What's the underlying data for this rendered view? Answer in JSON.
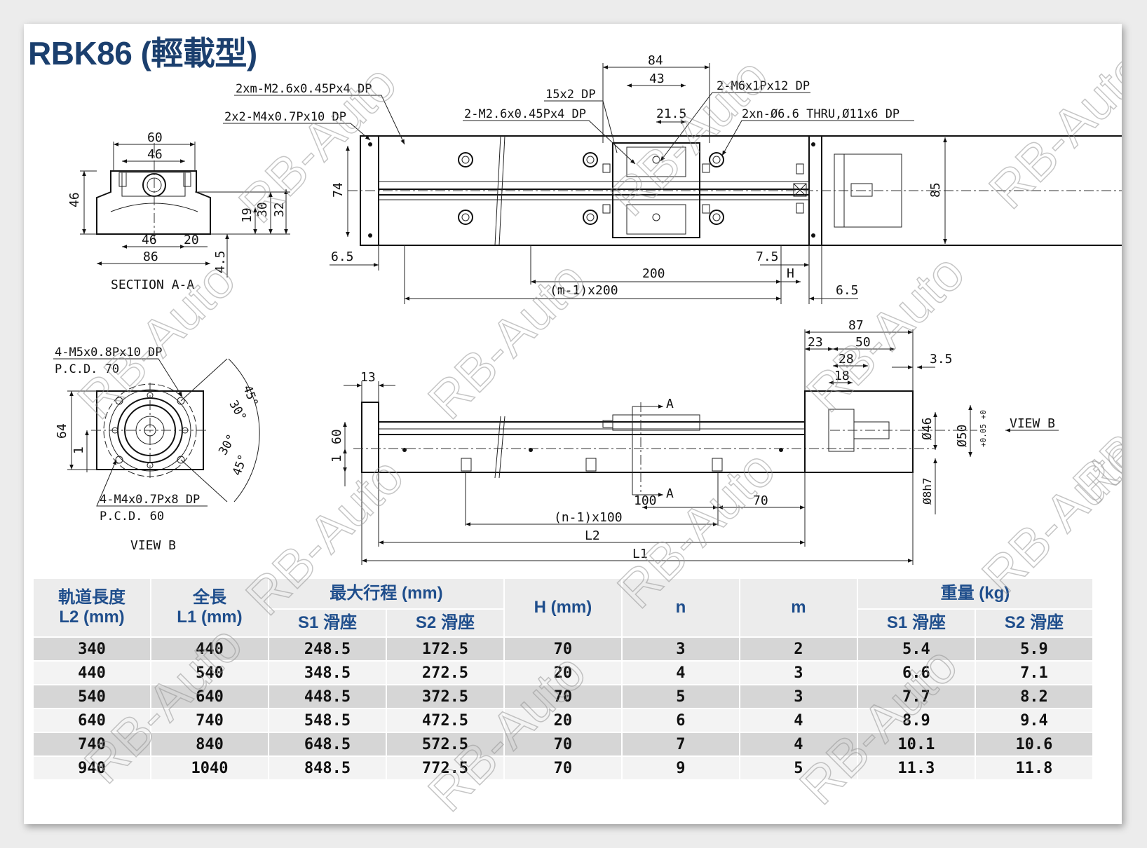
{
  "title": "RBK86 (輕載型)",
  "labels": {
    "top_hole_m": "2xm-M2.6x0.45Px4 DP",
    "top_hole_4": "2x2-M4x0.7Px10 DP",
    "slot": "15x2 DP",
    "hole_m2": "2-M2.6x0.45Px4 DP",
    "hole_m6": "2-M6x1Px12 DP",
    "thru": "2xn-Ø6.6 THRU,Ø11x6 DP",
    "section": "SECTION A-A",
    "view_b": "VIEW B",
    "view_b_arrow": "VIEW B",
    "m5_holes": "4-M5x0.8Px10 DP",
    "pcd70": "P.C.D. 70",
    "m4_holes": "4-M4x0.7Px8 DP",
    "pcd60": "P.C.D. 60",
    "cut_a": "A",
    "L1": "L1",
    "L2": "L2"
  },
  "dims": {
    "d84": "84",
    "d43": "43",
    "d21_5": "21.5",
    "d74": "74",
    "d85": "85",
    "d6_5a": "6.5",
    "d7_5": "7.5",
    "d200": "200",
    "dm200": "(m-1)x200",
    "dH": "H",
    "d6_5b": "6.5",
    "s60": "60",
    "s46a": "46",
    "s46h": "46",
    "s46b": "46",
    "s20": "20",
    "s86": "86",
    "s19": "19",
    "s30": "30",
    "s32": "32",
    "s4_5": "4.5",
    "d87": "87",
    "d23": "23",
    "d50": "50",
    "d28": "28",
    "d18": "18",
    "d3_5": "3.5",
    "d13": "13",
    "d60": "60",
    "d1b": "1",
    "d100": "100",
    "d70": "70",
    "dn100": "(n-1)x100",
    "dphi46": "Ø46",
    "dphi50": "Ø50",
    "dphi50_tol": "+0.05 +0",
    "dphi8": "Ø8h7",
    "v64": "64",
    "v1": "1",
    "a45a": "45°",
    "a30a": "30°",
    "a30b": "30°",
    "a45b": "45°"
  },
  "table": {
    "headers": {
      "rail_len": "軌道長度",
      "rail_len_unit": "L2 (mm)",
      "total_len": "全長",
      "total_len_unit": "L1 (mm)",
      "stroke": "最大行程 (mm)",
      "stroke_s1": "S1 滑座",
      "stroke_s2": "S2 滑座",
      "h": "H (mm)",
      "n": "n",
      "m": "m",
      "weight": "重量 (kg)",
      "weight_s1": "S1 滑座",
      "weight_s2": "S2 滑座"
    },
    "rows": [
      [
        "340",
        "440",
        "248.5",
        "172.5",
        "70",
        "3",
        "2",
        "5.4",
        "5.9"
      ],
      [
        "440",
        "540",
        "348.5",
        "272.5",
        "20",
        "4",
        "3",
        "6.6",
        "7.1"
      ],
      [
        "540",
        "640",
        "448.5",
        "372.5",
        "70",
        "5",
        "3",
        "7.7",
        "8.2"
      ],
      [
        "640",
        "740",
        "548.5",
        "472.5",
        "20",
        "6",
        "4",
        "8.9",
        "9.4"
      ],
      [
        "740",
        "840",
        "648.5",
        "572.5",
        "70",
        "7",
        "4",
        "10.1",
        "10.6"
      ],
      [
        "940",
        "1040",
        "848.5",
        "772.5",
        "70",
        "9",
        "5",
        "11.3",
        "11.8"
      ]
    ]
  },
  "watermark": "RB-Auto"
}
